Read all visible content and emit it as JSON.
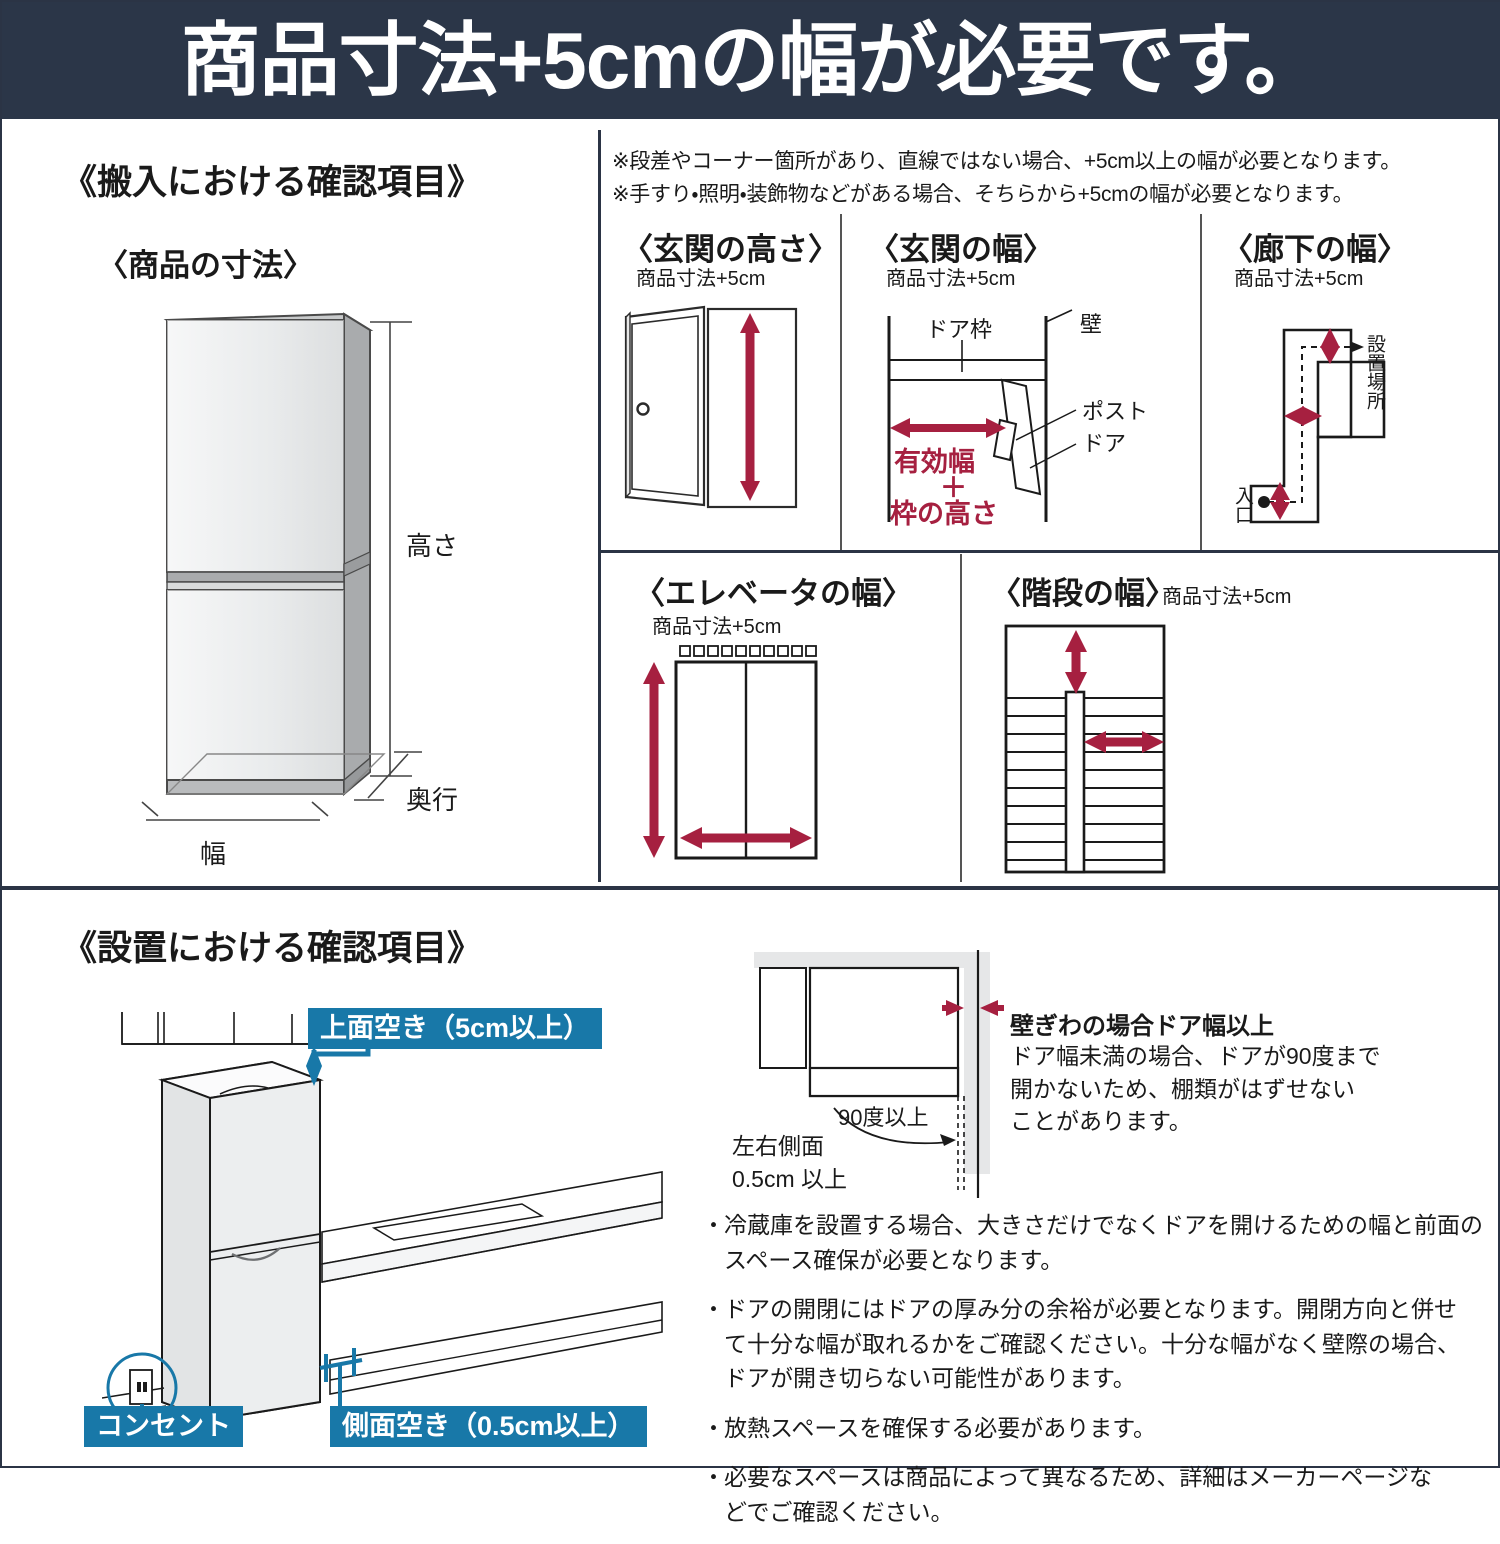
{
  "header": {
    "title": "商品寸法+5cmの幅が必要です。"
  },
  "delivery_section": {
    "title": "《搬入における確認項目》",
    "product_dim": {
      "title": "〈商品の寸法〉",
      "height_label": "高さ",
      "depth_label": "奥行",
      "width_label": "幅"
    },
    "notes": [
      "※段差やコーナー箇所があり、直線ではない場合、+5cm以上の幅が必要となります。",
      "※手すり・照明・装飾物などがある場合、そちらから+5cmの幅が必要となります。"
    ],
    "panels": {
      "entrance_height": {
        "title": "〈玄関の高さ〉",
        "subtitle": "商品寸法+5cm"
      },
      "entrance_width": {
        "title": "〈玄関の幅〉",
        "subtitle": "商品寸法+5cm",
        "door_frame": "ドア枠",
        "wall": "壁",
        "post": "ポスト",
        "door": "ドア",
        "effective_1": "有効幅",
        "effective_2": "＋",
        "effective_3": "枠の高さ"
      },
      "corridor_width": {
        "title": "〈廊下の幅〉",
        "subtitle": "商品寸法+5cm",
        "install_place": "設置場所",
        "entrance": "入口"
      },
      "elevator_width": {
        "title": "〈エレベータの幅〉",
        "subtitle": "商品寸法+5cm"
      },
      "stairs_width": {
        "title": "〈階段の幅〉",
        "subtitle": "商品寸法+5cm"
      }
    }
  },
  "install_section": {
    "title": "《設置における確認項目》",
    "badges": {
      "top_clearance": "上面空き（5cm以上）",
      "outlet": "コンセント",
      "side_clearance": "側面空き（0.5cm以上）"
    },
    "door_diagram": {
      "angle_label": "90度以上",
      "side_label": "左右側面\n0.5cm 以上"
    },
    "callout": {
      "heading": "壁ぎわの場合ドア幅以上",
      "body": "ドア幅未満の場合、ドアが90度まで\n開かないため、棚類がはずせない\nことがあります。"
    },
    "bullets": [
      "冷蔵庫を設置する場合、大きさだけでなくドアを開けるための幅と前面の\nスペース確保が必要となります。",
      "ドアの開閉にはドアの厚み分の余裕が必要となります。開閉方向と併せ\nて十分な幅が取れるかをご確認ください。十分な幅がなく壁際の場合、\nドアが開き切らない可能性があります。",
      "放熱スペースを確保する必要があります。",
      "必要なスペースは商品によって異なるため、詳細はメーカーページな\nどでご確認ください。"
    ],
    "bullet_marker": "・"
  },
  "colors": {
    "header_bg": "#2b3648",
    "accent_red": "#a62040",
    "accent_blue": "#1878a8",
    "text": "#1a1a1a"
  }
}
